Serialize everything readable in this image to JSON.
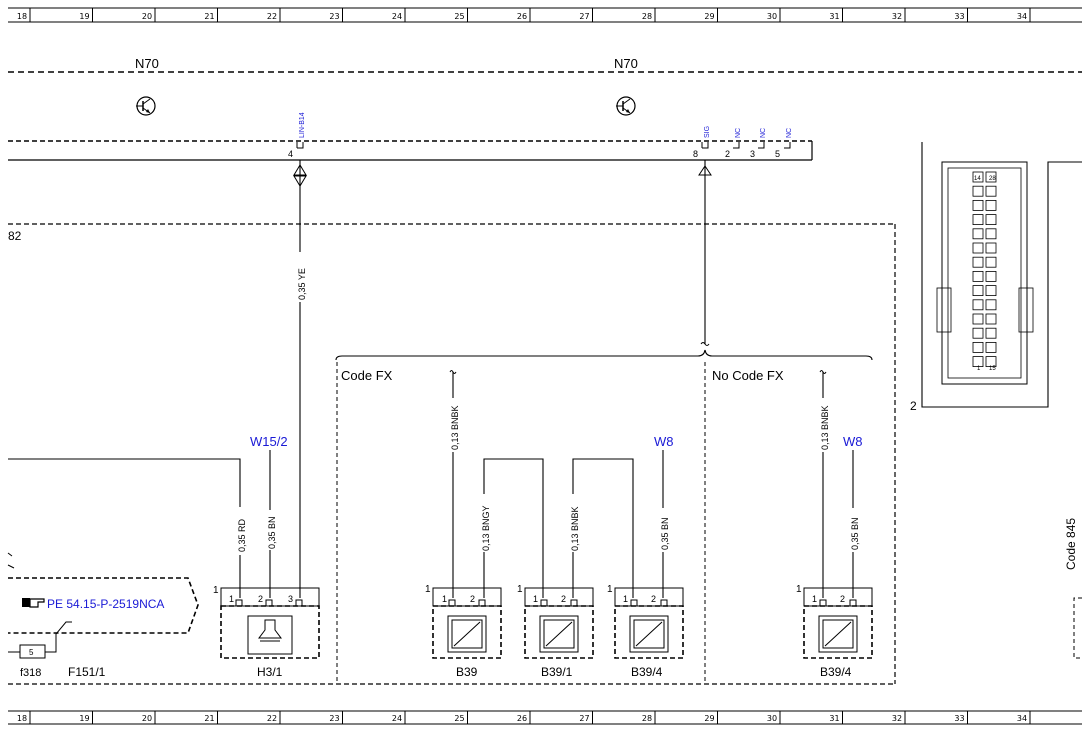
{
  "grid": {
    "top_numbers": [
      "18",
      "19",
      "20",
      "21",
      "22",
      "23",
      "24",
      "25",
      "26",
      "27",
      "28",
      "29",
      "30",
      "31",
      "32",
      "33",
      "34"
    ],
    "bottom_numbers": [
      "18",
      "19",
      "20",
      "21",
      "22",
      "23",
      "24",
      "25",
      "26",
      "27",
      "28",
      "29",
      "30",
      "31",
      "32",
      "33",
      "34"
    ]
  },
  "modules": {
    "n70_left": "N70",
    "n70_right": "N70"
  },
  "top_connector": {
    "pin_4": "4",
    "pin_8": "8",
    "pin_2": "2",
    "pin_3": "3",
    "pin_5": "5",
    "sig_lin": "LIN-B14",
    "sig_sig": "SIG",
    "nc_1": "NC",
    "nc_2": "NC",
    "nc_3": "NC"
  },
  "block": {
    "label_fragment": "82",
    "code_fx": "Code FX",
    "no_code_fx": "No Code FX",
    "code_845": "Code 845"
  },
  "wires": {
    "w_ye": "0,35 YE",
    "w_rd": "0,35 RD",
    "w_bn_h31": "0,35 BN",
    "w_bnbk_b39": "0,13 BNBK",
    "w_bngy": "0,13 BNGY",
    "w_bnbk_b391": "0,13 BNBK",
    "w_bn_b394": "0,35 BN",
    "w_bnbk_nocode": "0,13 BNBK",
    "w_bn_nocode": "0,35 BN"
  },
  "grounds": {
    "w15_2": "W15/2",
    "w8_a": "W8",
    "w8_b": "W8"
  },
  "components": {
    "h31": "H3/1",
    "b39": "B39",
    "b39_1": "B39/1",
    "b39_4": "B39/4",
    "b39_4_b": "B39/4",
    "f151_1": "F151/1",
    "f318": "f318",
    "fuse_num": "5"
  },
  "pins": {
    "one": "1",
    "two": "2",
    "three": "3"
  },
  "reference": {
    "text": "PE 54.15-P-2519NCA",
    "icon": "pointing-hand-icon"
  },
  "connector_x": {
    "label": "2",
    "pin_14": "14",
    "pin_28": "28",
    "pin_1": "1",
    "pin_15": "15"
  }
}
